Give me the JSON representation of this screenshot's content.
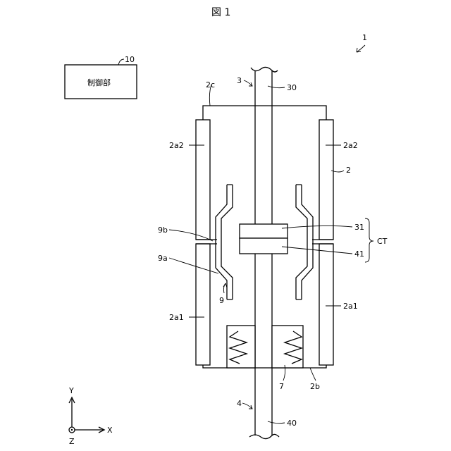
{
  "figure": {
    "title": "図 1"
  },
  "controller": {
    "box_text": "制御部",
    "ref": "10"
  },
  "labels": {
    "device": "1",
    "tube": "2",
    "top_cap": "2c",
    "upper_left": "2a2",
    "upper_right": "2a2",
    "lower_left": "2a1",
    "lower_right": "2a1",
    "bottom_cap": "2b",
    "upper_rod": "3",
    "upper_rod_ref": "30",
    "lower_rod": "4",
    "lower_rod_ref": "40",
    "upper_electrode": "31",
    "lower_electrode": "41",
    "contact_group": "CT",
    "bellows_ref": "7",
    "shield_upper": "9b",
    "shield_lower": "9a",
    "shield": "9"
  },
  "axes": {
    "y": "Y",
    "x": "X",
    "z": "Z"
  }
}
